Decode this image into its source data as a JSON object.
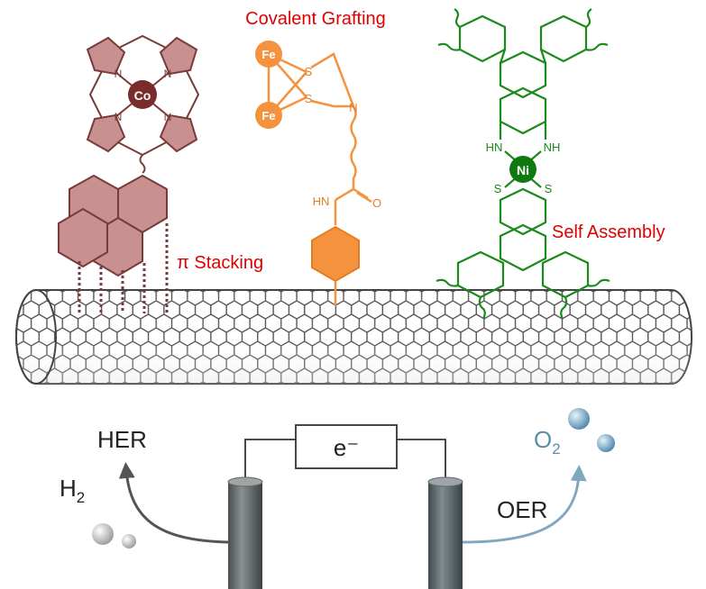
{
  "labels": {
    "covalent": "Covalent Grafting",
    "pi": "π Stacking",
    "self": "Self Assembly",
    "her": "HER",
    "h2_base": "H",
    "h2_sub": "2",
    "o2_base": "O",
    "o2_sub": "2",
    "oer": "OER",
    "electron": "e⁻"
  },
  "atoms": {
    "co": "Co",
    "fe": "Fe",
    "s": "S",
    "n": "N",
    "hn": "HN",
    "o": "O",
    "ni": "Ni",
    "nh": "NH"
  },
  "colors": {
    "porphyrin": "#7a3a3a",
    "porphyrin_fill": "#c99090",
    "cobalt": "#7a2c2c",
    "graft": "#f5923e",
    "graft_dark": "#e57d24",
    "assembly": "#1a8a1a",
    "nickel": "#0f7a0f",
    "label_red": "#e00000",
    "tube": "#555555",
    "text_dark": "#222222",
    "oer_arrow": "#7fa8bc",
    "her_arrow": "#555555"
  }
}
